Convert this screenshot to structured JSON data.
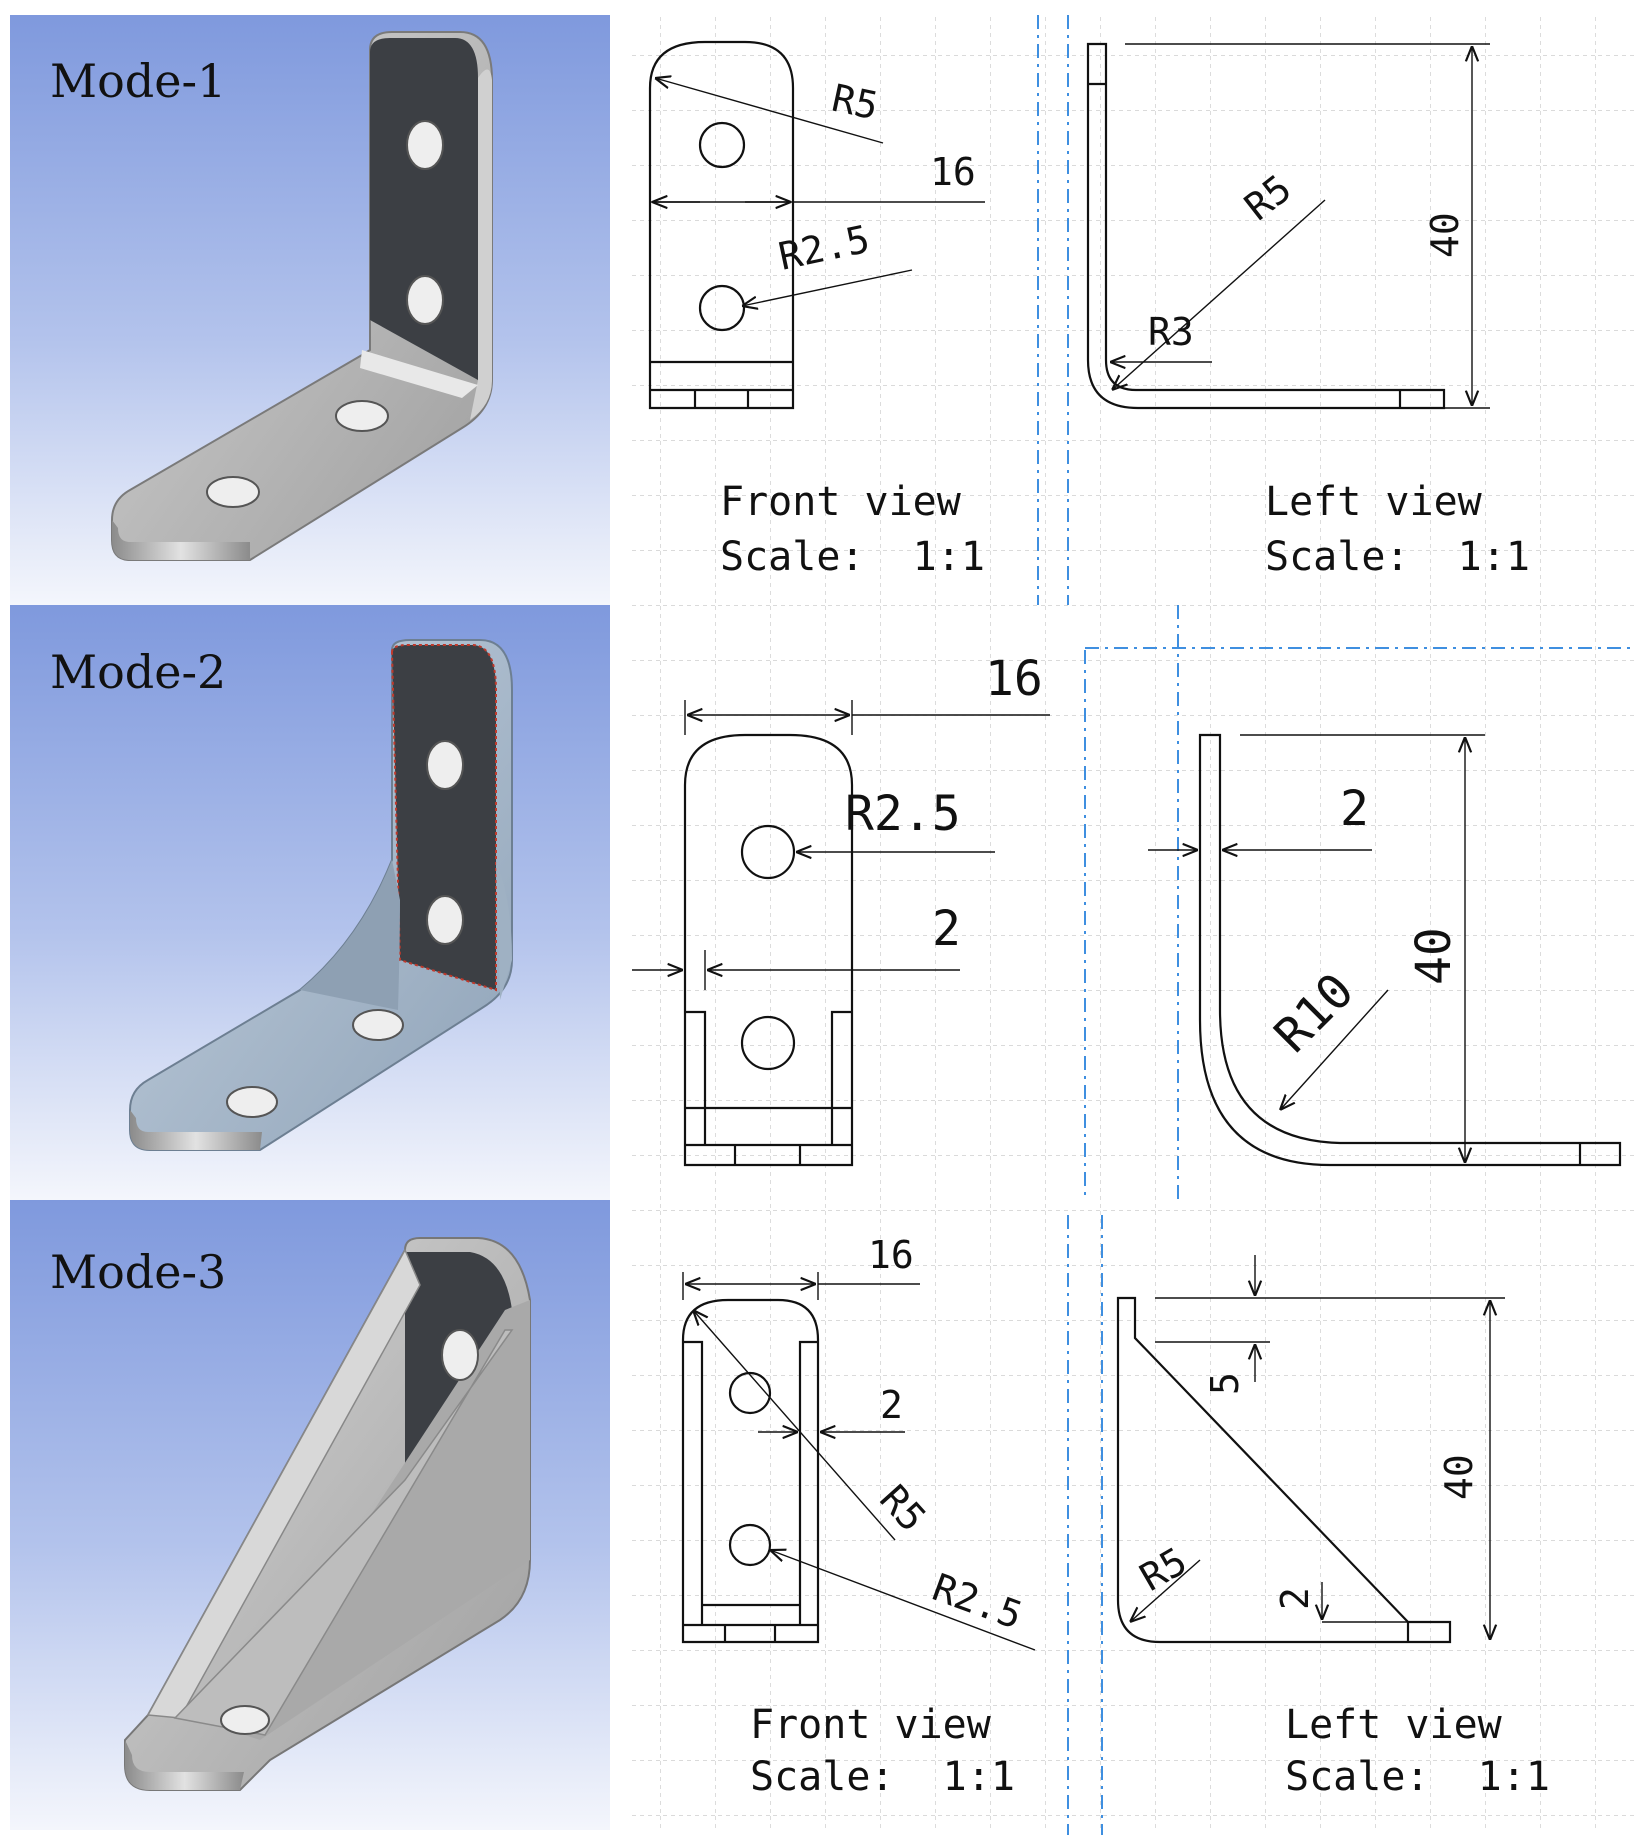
{
  "figure": {
    "rows": [
      {
        "mode_label": "Mode-1",
        "front_view": {
          "dims": {
            "outer_radius": "R5",
            "width": "16",
            "hole_radius": "R2.5"
          },
          "caption": "Front view",
          "scale": "Scale:  1:1"
        },
        "left_view": {
          "dims": {
            "outer_radius": "R5",
            "inner_radius": "R3",
            "height": "40"
          },
          "caption": "Left view",
          "scale": "Scale:  1:1"
        }
      },
      {
        "mode_label": "Mode-2",
        "front_view": {
          "dims": {
            "width": "16",
            "hole_radius": "R2.5",
            "rib_thickness": "2"
          }
        },
        "left_view": {
          "dims": {
            "thickness": "2",
            "height": "40",
            "fillet_radius": "R10"
          }
        }
      },
      {
        "mode_label": "Mode-3",
        "front_view": {
          "dims": {
            "width": "16",
            "rib_thickness": "2",
            "outer_radius": "R5",
            "hole_radius": "R2.5"
          },
          "caption": "Front view",
          "scale": "Scale:  1:1"
        },
        "left_view": {
          "dims": {
            "top_offset": "5",
            "height": "40",
            "radius": "R5",
            "base_thickness": "2"
          },
          "caption": "Left view",
          "scale": "Scale:  1:1"
        }
      }
    ],
    "colors": {
      "render_bg_top": "#7f99dd",
      "render_bg_bottom": "#f4f6fc",
      "part_grey": "#b8b8b8",
      "part_dark": "#3c3f44",
      "part_blue": "#a9b9cc",
      "grid": "#c4c4c4",
      "view_separator": "#3f8fe0",
      "ink": "#111111"
    }
  }
}
